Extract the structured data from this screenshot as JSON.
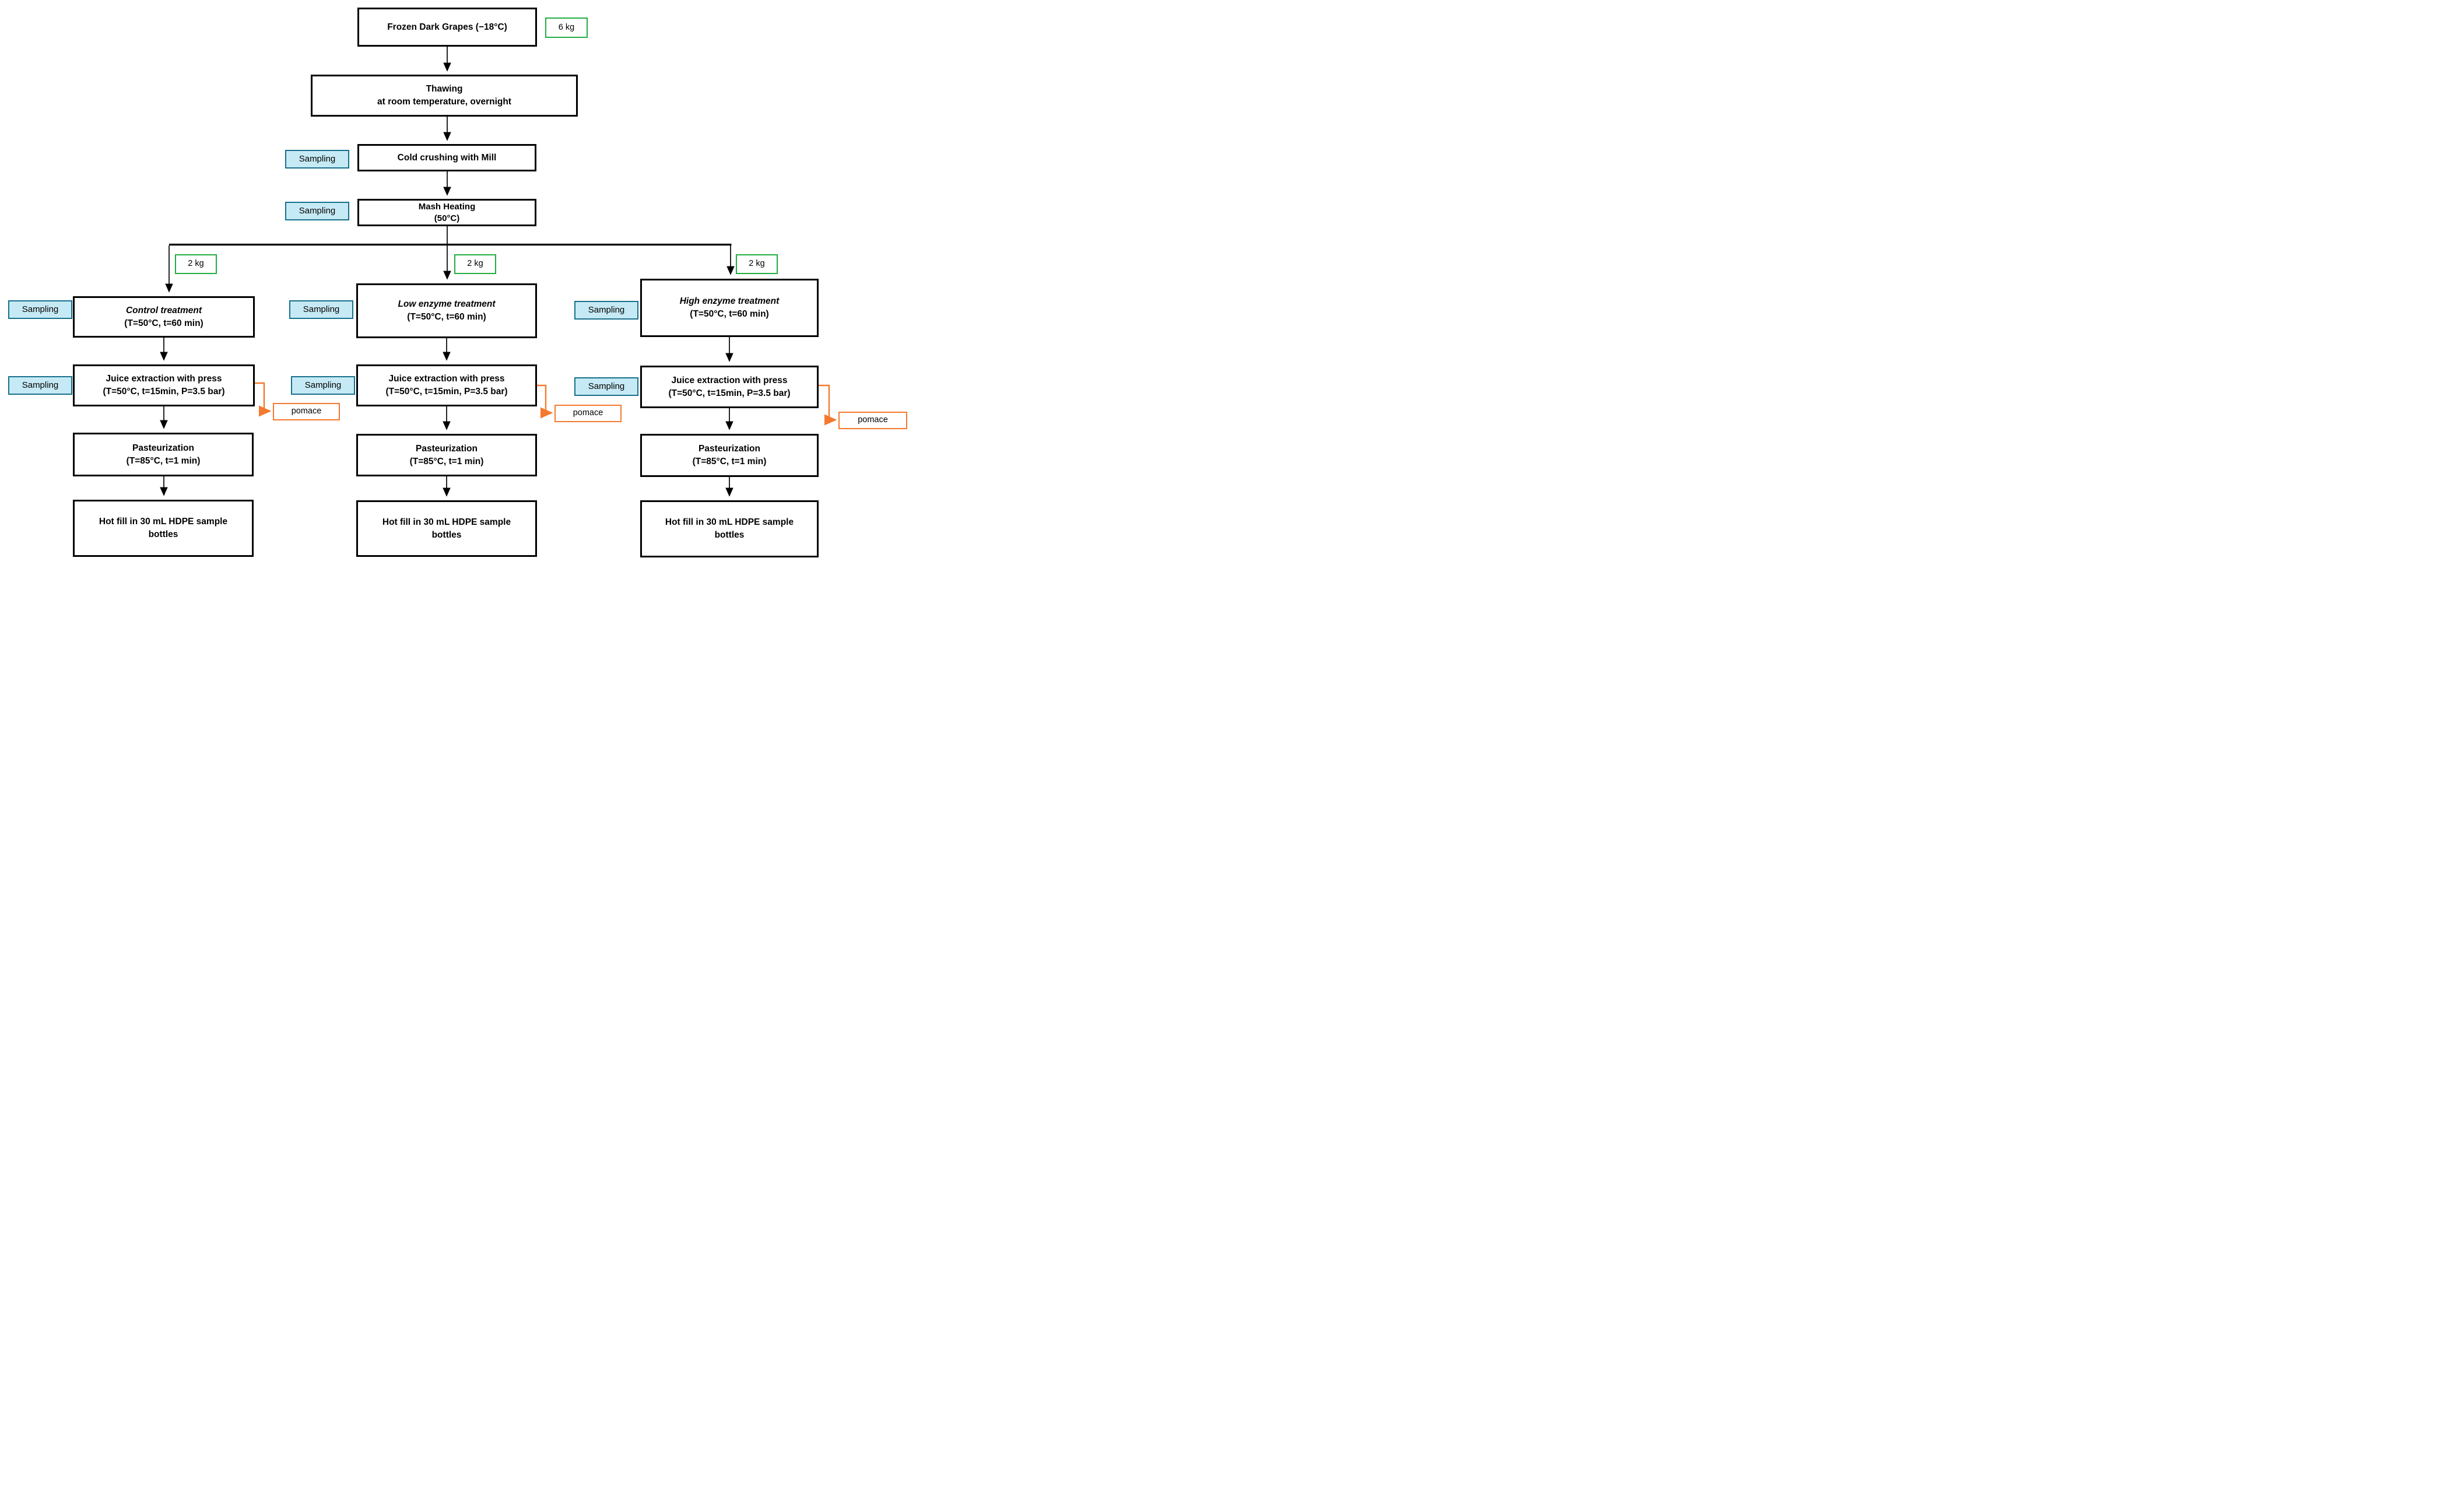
{
  "colors": {
    "box-border": "#000000",
    "sampling-fill": "#c6eaf5",
    "sampling-border": "#17708c",
    "mass-border": "#22ac41",
    "pomace-border": "#f4792f",
    "arrow": "#000000"
  },
  "labels": {
    "sampling": "Sampling",
    "total_mass": "6 kg",
    "split_mass": "2 kg",
    "pomace": "pomace"
  },
  "process": {
    "source": "Frozen Dark Grapes (−18°C)",
    "thawing_line1": "Thawing",
    "thawing_line2": "at room temperature, overnight",
    "cold_crushing": "Cold crushing with Mill",
    "mash_heating_line1": "Mash Heating",
    "mash_heating_line2": "(50°C)"
  },
  "branches": [
    {
      "treatment": "Control treatment",
      "treatment_params": "(T=50°C, t=60 min)",
      "juice": "Juice extraction with press",
      "juice_params": "(T=50°C, t=15min, P=3.5 bar)",
      "pasteurization": "Pasteurization",
      "pasteurization_params": "(T=85°C, t=1 min)",
      "hot_fill_line1": "Hot fill in 30 mL HDPE sample",
      "hot_fill_line2": "bottles"
    },
    {
      "treatment": "Low enzyme treatment",
      "treatment_params": "(T=50°C, t=60 min)",
      "juice": "Juice extraction with press",
      "juice_params": "(T=50°C, t=15min, P=3.5 bar)",
      "pasteurization": "Pasteurization",
      "pasteurization_params": "(T=85°C, t=1 min)",
      "hot_fill_line1": "Hot fill in 30 mL HDPE sample",
      "hot_fill_line2": "bottles"
    },
    {
      "treatment": "High enzyme treatment",
      "treatment_params": "(T=50°C, t=60 min)",
      "juice": "Juice extraction with press",
      "juice_params": "(T=50°C, t=15min, P=3.5 bar)",
      "pasteurization": "Pasteurization",
      "pasteurization_params": "(T=85°C, t=1 min)",
      "hot_fill_line1": "Hot fill in 30 mL HDPE sample",
      "hot_fill_line2": "bottles"
    }
  ]
}
